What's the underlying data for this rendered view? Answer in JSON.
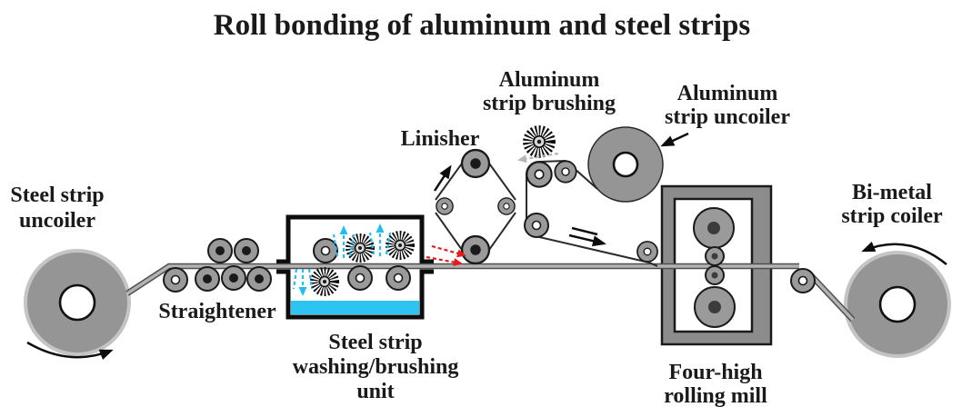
{
  "title": "Roll bonding of aluminum and steel strips",
  "components": {
    "steel_uncoiler": {
      "lines": [
        "Steel strip",
        "uncoiler"
      ]
    },
    "straightener": {
      "lines": [
        "Straightener"
      ]
    },
    "washing_unit": {
      "lines": [
        "Steel strip",
        "washing/brushing",
        "unit"
      ]
    },
    "linisher": {
      "lines": [
        "Linisher"
      ]
    },
    "aluminum_brushing": {
      "lines": [
        "Aluminum",
        "strip brushing"
      ]
    },
    "aluminum_uncoiler": {
      "lines": [
        "Aluminum",
        "strip uncoiler"
      ]
    },
    "rolling_mill": {
      "lines": [
        "Four-high",
        "rolling mill"
      ]
    },
    "bimetal_coiler": {
      "lines": [
        "Bi-metal",
        "strip coiler"
      ]
    }
  },
  "colors": {
    "ink": "#1a1a1a",
    "roller_gray": "#9a9a9a",
    "coil_gray": "#959595",
    "coil_halo": "#c4c4c4",
    "mill_frame_gray": "#8c8c8c",
    "strip_light": "#b3b3b3",
    "strip_dark": "#4f4f4f",
    "liquid_cyan": "#2ec4f2",
    "spray_cyan": "#25bdf0",
    "heat_red": "#e81919",
    "dust_gray": "#b5b5b5"
  }
}
